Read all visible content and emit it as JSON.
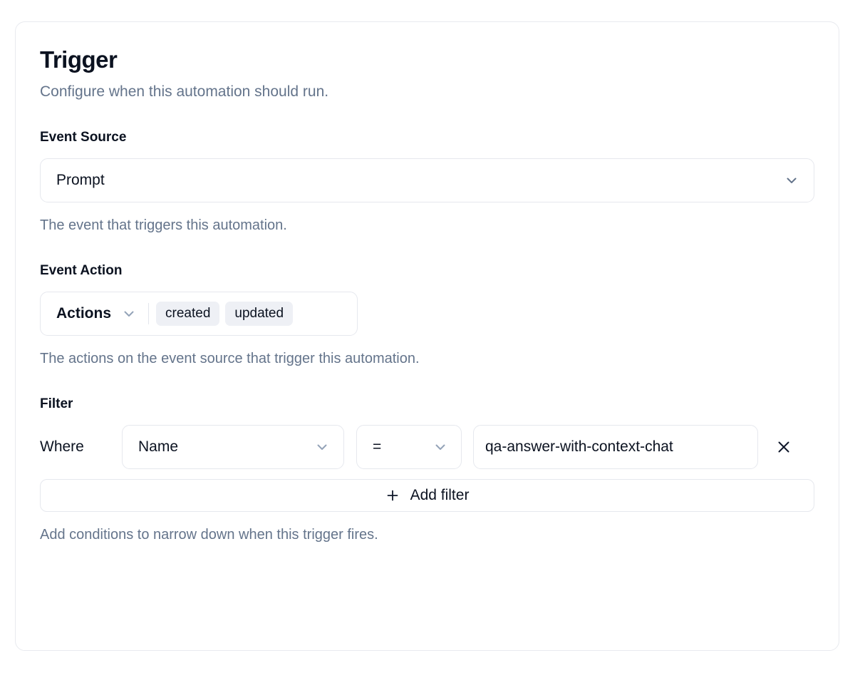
{
  "card": {
    "title": "Trigger",
    "subtitle": "Configure when this automation should run."
  },
  "event_source": {
    "label": "Event Source",
    "value": "Prompt",
    "help": "The event that triggers this automation.",
    "chevron_icon": "chevron-down-icon"
  },
  "event_action": {
    "label": "Event Action",
    "trigger_label": "Actions",
    "chips": [
      "created",
      "updated"
    ],
    "help": "The actions on the event source that trigger this automation.",
    "chevron_icon": "chevron-down-icon"
  },
  "filter": {
    "label": "Filter",
    "where_label": "Where",
    "rows": [
      {
        "field": "Name",
        "operator": "=",
        "value": "qa-answer-with-context-chat",
        "remove_icon": "close-icon"
      }
    ],
    "add_label": "Add filter",
    "add_icon": "plus-icon",
    "help": "Add conditions to narrow down when this trigger fires."
  },
  "colors": {
    "text_primary": "#0b1220",
    "text_muted": "#64748b",
    "border": "#e6e8ee",
    "chip_bg": "#eef0f5",
    "surface": "#ffffff"
  }
}
